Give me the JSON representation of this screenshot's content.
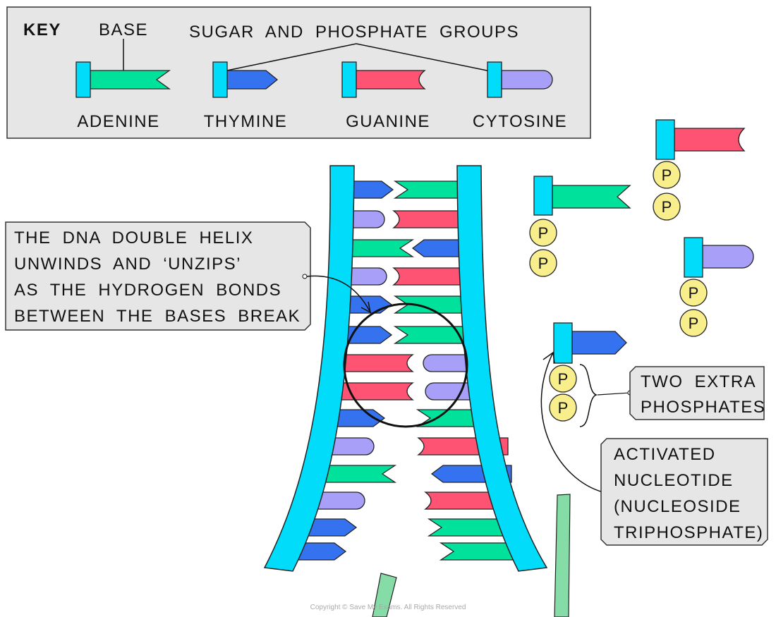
{
  "key": {
    "title": "KEY",
    "base_label": "BASE",
    "sugar_phosphate_label": "SUGAR AND PHOSPHATE GROUPS",
    "items": [
      {
        "label": "ADENINE",
        "base": "A"
      },
      {
        "label": "THYMINE",
        "base": "T"
      },
      {
        "label": "GUANINE",
        "base": "G"
      },
      {
        "label": "CYTOSINE",
        "base": "C"
      }
    ]
  },
  "colors": {
    "sugar_phosphate": "#00dcfa",
    "A": "#00e29c",
    "T": "#3572ef",
    "G": "#ff5373",
    "C": "#a8a0f8",
    "phosphate": "#f8ee8c",
    "label_box": "#e6e6e6",
    "new_strand": "#86dca6"
  },
  "helix_pairs": [
    [
      "T",
      "A"
    ],
    [
      "C",
      "G"
    ],
    [
      "A",
      "T"
    ],
    [
      "C",
      "G"
    ],
    [
      "T",
      "A"
    ],
    [
      "T",
      "A"
    ],
    [
      "G",
      "C"
    ],
    [
      "G",
      "C"
    ],
    [
      "T",
      "A"
    ],
    [
      "C",
      "G"
    ],
    [
      "A",
      "T"
    ],
    [
      "C",
      "G"
    ],
    [
      "T",
      "A"
    ],
    [
      "T",
      "A"
    ]
  ],
  "free_nucleotides": [
    {
      "base": "G",
      "phosphate_symbol": [
        "P",
        "P"
      ]
    },
    {
      "base": "A",
      "phosphate_symbol": [
        "P",
        "P"
      ]
    },
    {
      "base": "C",
      "phosphate_symbol": [
        "P",
        "P"
      ]
    },
    {
      "base": "T",
      "phosphate_symbol": [
        "P",
        "P"
      ]
    }
  ],
  "annotations": {
    "unzip": [
      "THE DNA DOUBLE HELIX",
      "UNWINDS AND ‘UNZIPS’",
      "AS THE HYDROGEN BONDS",
      "BETWEEN THE BASES BREAK"
    ],
    "extra_phosphates": [
      "TWO EXTRA",
      "PHOSPHATES"
    ],
    "activated": [
      "ACTIVATED",
      "NUCLEOTIDE",
      "(NUCLEOSIDE",
      "TRIPHOSPHATE)"
    ]
  },
  "copyright": "Copyright © Save My Exams. All Rights Reserved"
}
